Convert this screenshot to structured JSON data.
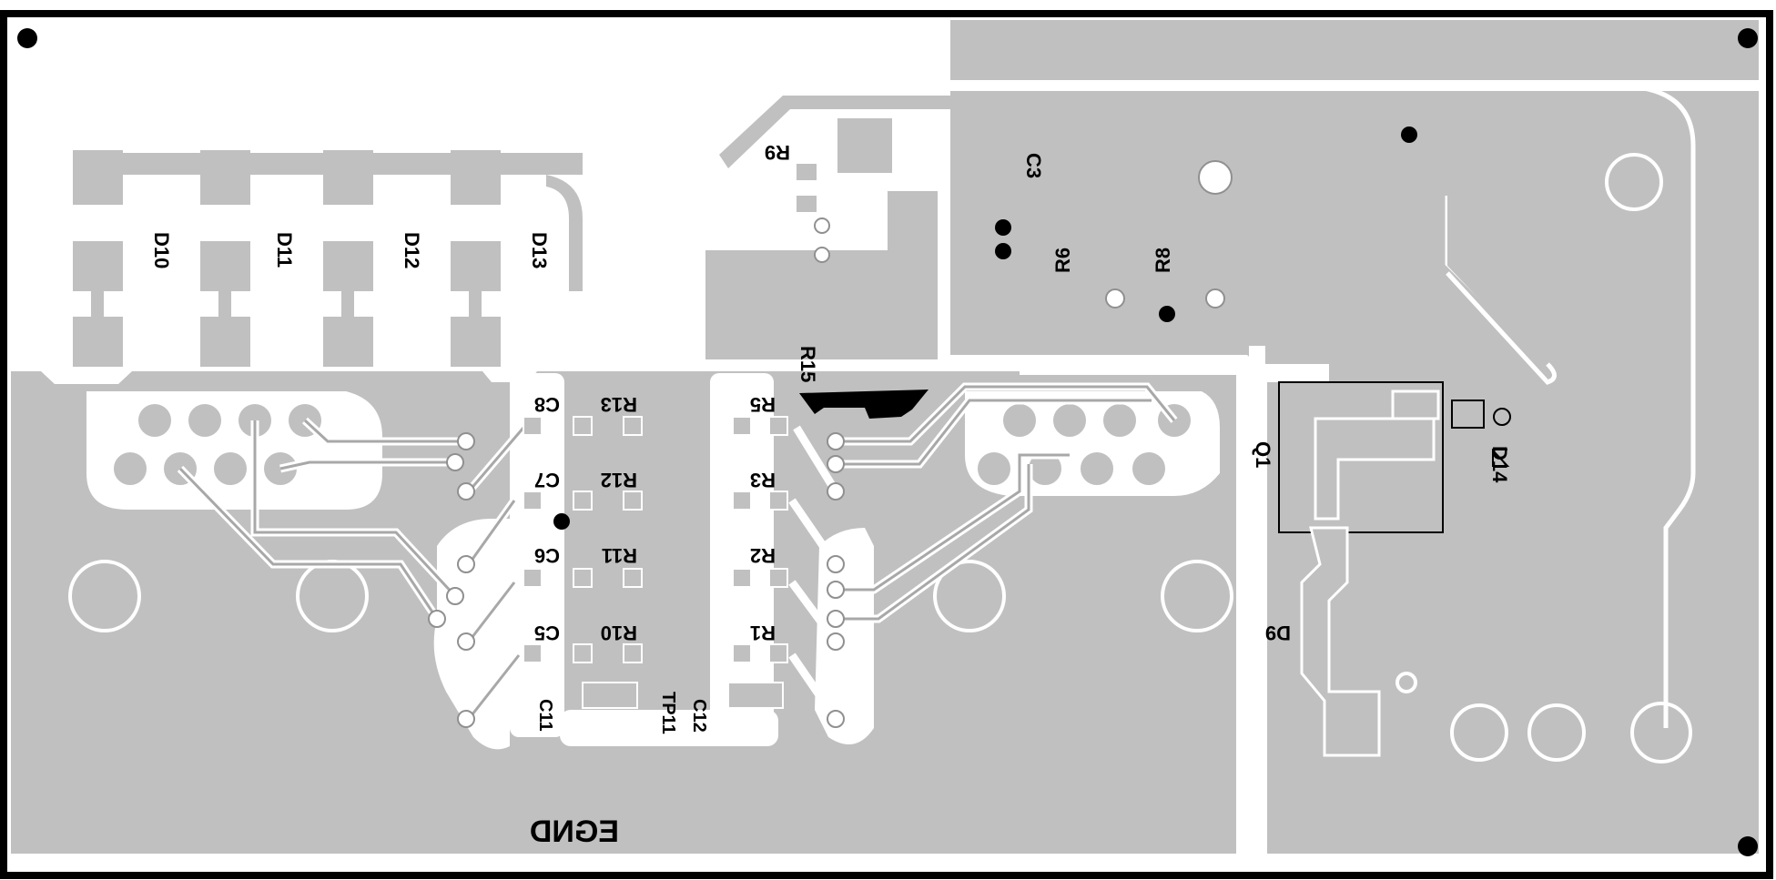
{
  "board": {
    "gnd_label": "EGND",
    "refs": {
      "D10": "D10",
      "D11": "D11",
      "D12": "D12",
      "D13": "D13",
      "R9": "R9",
      "C3": "C3",
      "R6": "R6",
      "R8": "R8",
      "R15": "R15",
      "R13": "R13",
      "R12": "R12",
      "R11": "R11",
      "R10": "R10",
      "C8": "C8",
      "C7": "C7",
      "C6": "C6",
      "C5": "C5",
      "C11": "C11",
      "TP11": "TP11",
      "C12": "C12",
      "R5": "R5",
      "R3": "R3",
      "R2": "R2",
      "R1": "R1",
      "Q1": "Q1",
      "D14": "D14",
      "D9": "D9"
    }
  }
}
